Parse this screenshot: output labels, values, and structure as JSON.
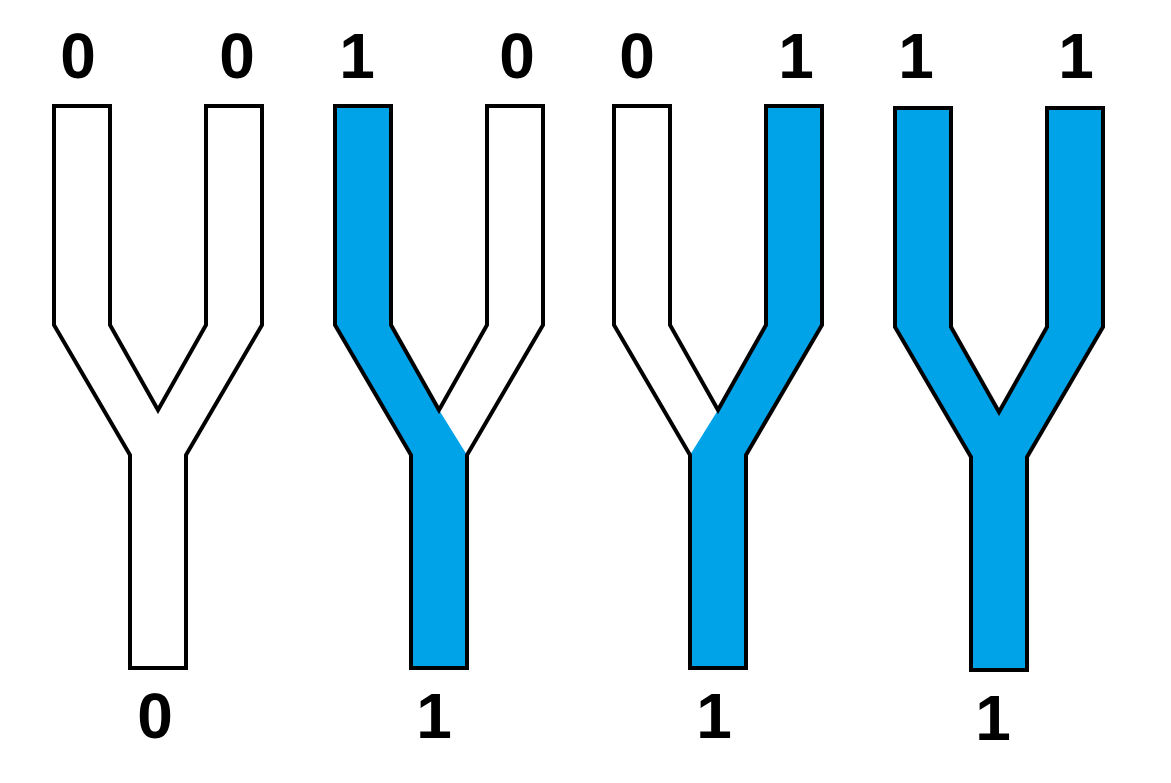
{
  "colors": {
    "active_fill": "#00A2E8",
    "outline": "#000000",
    "inactive_fill": "#FFFFFF"
  },
  "gates": [
    {
      "input_left": "0",
      "input_right": "0",
      "output": "0",
      "left_active": false,
      "right_active": false,
      "output_active": false
    },
    {
      "input_left": "1",
      "input_right": "0",
      "output": "1",
      "left_active": true,
      "right_active": false,
      "output_active": true
    },
    {
      "input_left": "0",
      "input_right": "1",
      "output": "1",
      "left_active": false,
      "right_active": true,
      "output_active": true
    },
    {
      "input_left": "1",
      "input_right": "1",
      "output": "1",
      "left_active": true,
      "right_active": true,
      "output_active": true
    }
  ]
}
